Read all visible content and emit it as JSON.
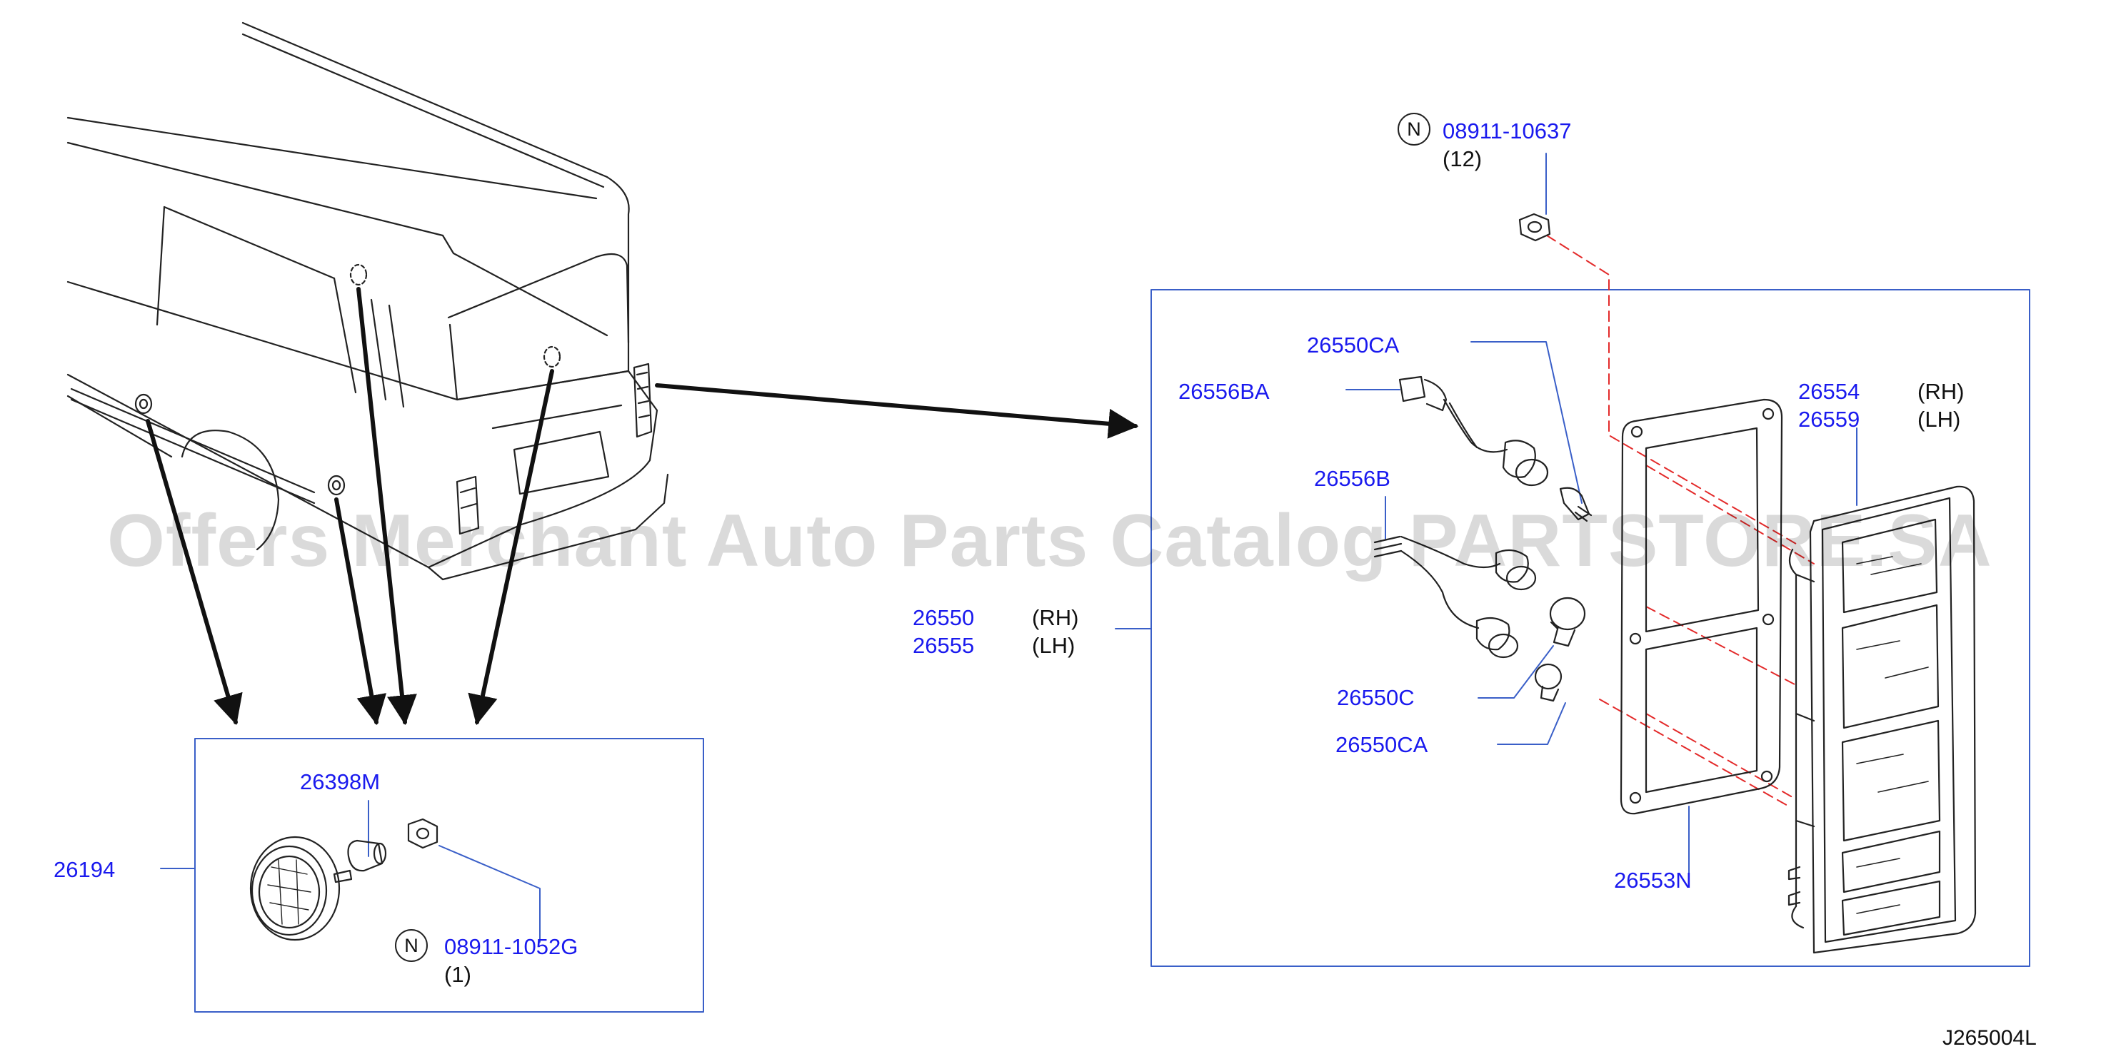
{
  "diagram_id": "J265004L",
  "watermark": "Offers Merchant Auto Parts Catalog PARTSTORE.SA",
  "colors": {
    "part_number": "#1a1aee",
    "callout_line": "#3a5fc8",
    "box": "#3a5fc8",
    "dash": "#e32a2a",
    "drawing": "#222222"
  },
  "nut_callout_top": {
    "badge": "N",
    "part": "08911-10637",
    "qty": "(12)"
  },
  "nut_callout_bottom": {
    "badge": "N",
    "part": "08911-1052G",
    "qty": "(1)"
  },
  "labels": {
    "p26550ca_top": "26550CA",
    "p26556ba": "26556BA",
    "p26556b": "26556B",
    "p26550c": "26550C",
    "p26550ca_bottom": "26550CA",
    "p26553n": "26553N",
    "p26554": "26554",
    "p26559": "26559",
    "rh1": "(RH)",
    "lh1": "(LH)",
    "p26550": "26550",
    "p26555": "26555",
    "rh2": "(RH)",
    "lh2": "(LH)",
    "p26398m": "26398M",
    "p26194": "26194"
  }
}
